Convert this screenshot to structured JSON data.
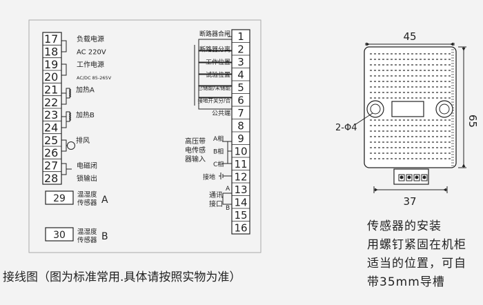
{
  "left_terminals": [
    {
      "num": "17",
      "label": "负载电源"
    },
    {
      "num": "18",
      "label": "AC 220V"
    },
    {
      "num": "19",
      "label": "工作电源"
    },
    {
      "num": "20",
      "label": "AC/DC 85-265V"
    },
    {
      "num": "21",
      "label": "加热A"
    },
    {
      "num": "22",
      "label": ""
    },
    {
      "num": "23",
      "label": "加热B"
    },
    {
      "num": "24",
      "label": ""
    },
    {
      "num": "25",
      "label": "排风"
    },
    {
      "num": "26",
      "label": ""
    },
    {
      "num": "27",
      "label": "电磁闭"
    },
    {
      "num": "28",
      "label": "锁输出"
    }
  ],
  "sensor_a": {
    "num": "29",
    "label_line1": "温湿度",
    "label_line2": "传感器",
    "channel": "A"
  },
  "sensor_b": {
    "num": "30",
    "label_line1": "温湿度",
    "label_line2": "传感器",
    "channel": "B"
  },
  "right_terminals": [
    {
      "num": "1",
      "label": "断路器合闸"
    },
    {
      "num": "2",
      "label": "断路器分离"
    },
    {
      "num": "3",
      "label": "工作位置"
    },
    {
      "num": "4",
      "label": "试验位置"
    },
    {
      "num": "5",
      "label": "已储能/未储能"
    },
    {
      "num": "6",
      "label": "接地开关分/合"
    },
    {
      "num": "7",
      "label": "公共端"
    },
    {
      "num": "8",
      "label": ""
    },
    {
      "num": "9",
      "label": "A相"
    },
    {
      "num": "10",
      "label": "B相"
    },
    {
      "num": "11",
      "label": "C相"
    },
    {
      "num": "12",
      "label": "接地"
    },
    {
      "num": "13",
      "label": "A"
    },
    {
      "num": "14",
      "label": "B"
    },
    {
      "num": "15",
      "label": ""
    },
    {
      "num": "16",
      "label": ""
    }
  ],
  "hv_sensor_label": [
    "高压带",
    "电传感",
    "器输入"
  ],
  "comm_label": [
    "通讯",
    "接口"
  ],
  "sensor_drawing": {
    "width_label": "45",
    "height_label": "65",
    "base_label": "37",
    "hole_label": "2-Φ4"
  },
  "caption_main": "接线图（图为标准常用.具体请按照实物为准）",
  "install_note": [
    "传感器的安装",
    "用螺钉紧固在机柜",
    "适当的位置，可自",
    "带35mm导槽"
  ]
}
